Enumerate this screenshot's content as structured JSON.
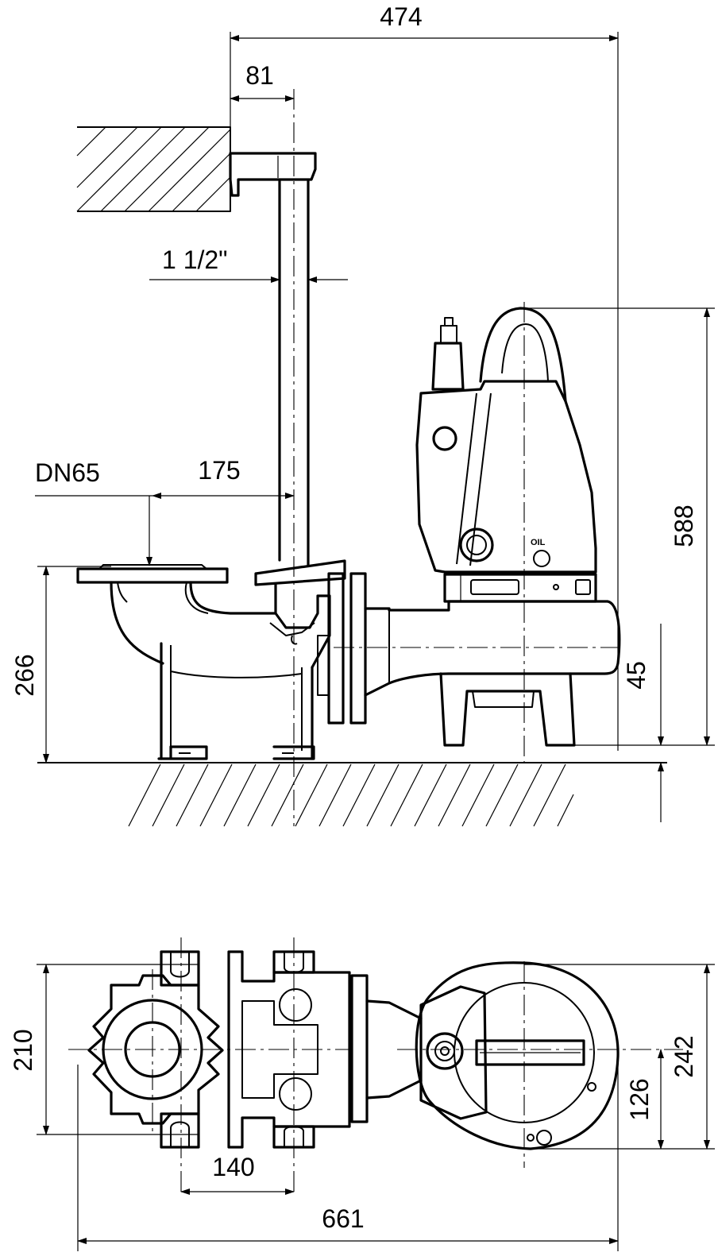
{
  "dimensions": {
    "overall_width_top": "474",
    "pipe_offset": "81",
    "pipe_size": "1 1/2\"",
    "flange_label": "DN65",
    "flange_offset": "175",
    "height_left": "266",
    "pump_height": "588",
    "base_height": "45",
    "width_left_plan": "210",
    "foot_spacing": "140",
    "overall_width_bottom": "661",
    "pump_width_plan": "242",
    "half_width_plan": "126"
  },
  "markings": {
    "oil_label": "OIL"
  }
}
